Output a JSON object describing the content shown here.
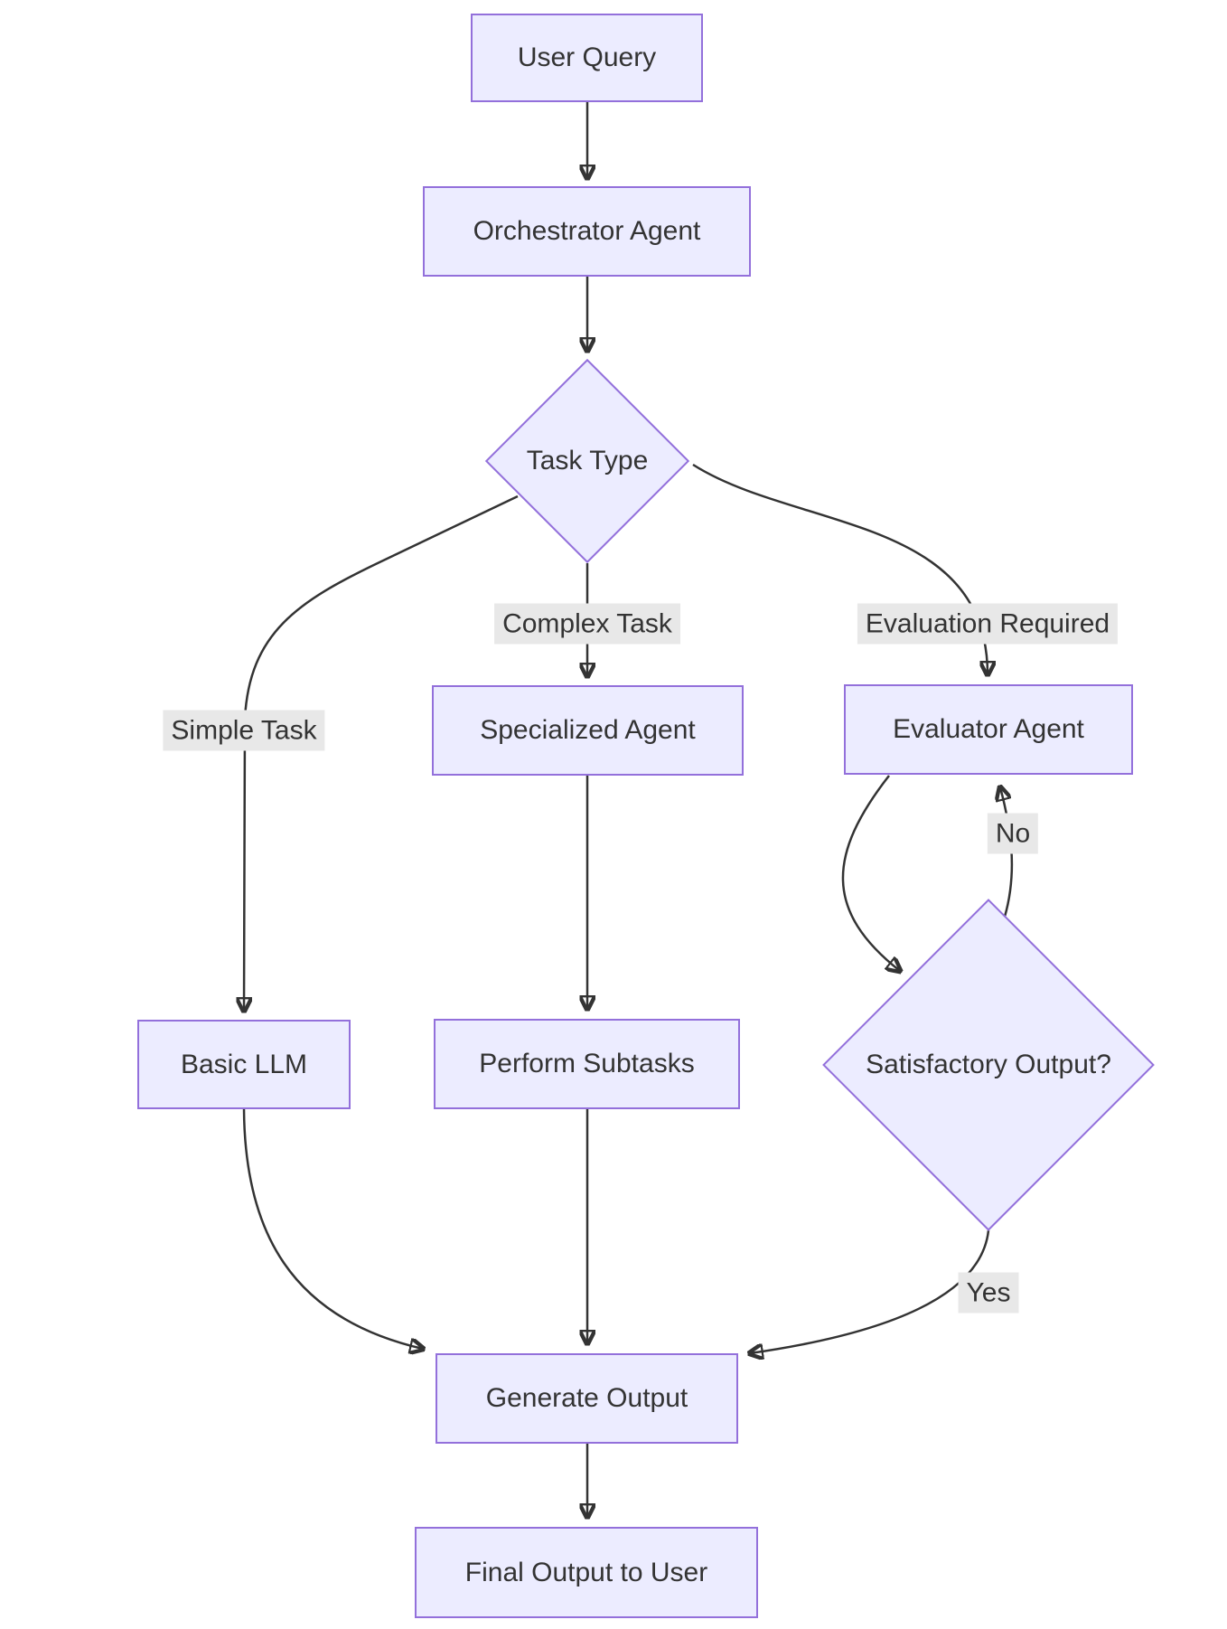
{
  "diagram": {
    "type": "flowchart",
    "nodes": {
      "user_query": {
        "label": "User Query",
        "shape": "rect"
      },
      "orchestrator": {
        "label": "Orchestrator Agent",
        "shape": "rect"
      },
      "task_type": {
        "label": "Task Type",
        "shape": "diamond"
      },
      "specialized": {
        "label": "Specialized Agent",
        "shape": "rect"
      },
      "evaluator": {
        "label": "Evaluator Agent",
        "shape": "rect"
      },
      "basic_llm": {
        "label": "Basic LLM",
        "shape": "rect"
      },
      "perform_subtasks": {
        "label": "Perform Subtasks",
        "shape": "rect"
      },
      "satisfactory": {
        "label": "Satisfactory Output?",
        "shape": "diamond"
      },
      "generate_output": {
        "label": "Generate Output",
        "shape": "rect"
      },
      "final_output": {
        "label": "Final Output to User",
        "shape": "rect"
      }
    },
    "edge_labels": {
      "simple_task": "Simple Task",
      "complex_task": "Complex Task",
      "evaluation_required": "Evaluation Required",
      "no": "No",
      "yes": "Yes"
    },
    "edges": [
      {
        "from": "User Query",
        "to": "Orchestrator Agent",
        "label": ""
      },
      {
        "from": "Orchestrator Agent",
        "to": "Task Type",
        "label": ""
      },
      {
        "from": "Task Type",
        "to": "Basic LLM",
        "label": "Simple Task"
      },
      {
        "from": "Task Type",
        "to": "Specialized Agent",
        "label": "Complex Task"
      },
      {
        "from": "Task Type",
        "to": "Evaluator Agent",
        "label": "Evaluation Required"
      },
      {
        "from": "Specialized Agent",
        "to": "Perform Subtasks",
        "label": ""
      },
      {
        "from": "Evaluator Agent",
        "to": "Satisfactory Output?",
        "label": ""
      },
      {
        "from": "Satisfactory Output?",
        "to": "Evaluator Agent",
        "label": "No"
      },
      {
        "from": "Basic LLM",
        "to": "Generate Output",
        "label": ""
      },
      {
        "from": "Perform Subtasks",
        "to": "Generate Output",
        "label": ""
      },
      {
        "from": "Satisfactory Output?",
        "to": "Generate Output",
        "label": "Yes"
      },
      {
        "from": "Generate Output",
        "to": "Final Output to User",
        "label": ""
      }
    ],
    "colors": {
      "node_fill": "#ECECFF",
      "node_border": "#9370DB",
      "edge_line": "#333333",
      "edge_label_bg": "#e8e8e8",
      "text": "#333333",
      "background": "#ffffff"
    }
  }
}
